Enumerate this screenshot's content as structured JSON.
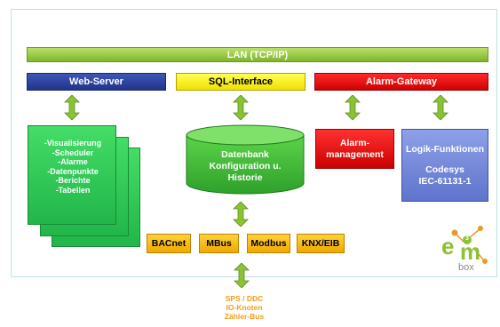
{
  "lan": "LAN (TCP/IP)",
  "web_server": "Web-Server",
  "sql_interface": "SQL-Interface",
  "alarm_gateway": "Alarm-Gateway",
  "web_items": [
    "-Visualisierung",
    "-Scheduler",
    "-Alarme",
    "-Datenpunkte",
    "-Berichte",
    "-Tabellen"
  ],
  "datenbank": [
    "Datenbank",
    "Konfiguration u.",
    "Historie"
  ],
  "alarm_mgmt": [
    "Alarm-",
    "management"
  ],
  "logik": [
    "Logik-Funktionen",
    "Codesys",
    "IEC-61131-1"
  ],
  "protocols": [
    "BACnet",
    "MBus",
    "Modbus",
    "KNX/EIB"
  ],
  "field": [
    "SPS / DDC",
    "IO-Knoten",
    "Zähler-Bus"
  ],
  "logo": {
    "text": "box",
    "e_letter": "e",
    "m_letter": "m",
    "superscript": "3"
  },
  "colors": {
    "lan": "#8bc234",
    "web": "#2a3f9e",
    "sql": "#ffff00",
    "alarm": "#e00000",
    "green": "#2ec04e",
    "logik": "#7587d8",
    "proto": "#f5b800",
    "arrow": "#8bc234",
    "field_text": "#f39c1a"
  }
}
